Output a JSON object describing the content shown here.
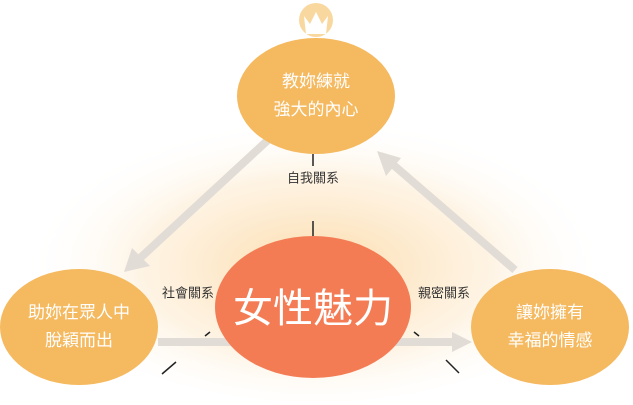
{
  "center": {
    "title": "女性魅力"
  },
  "nodes": {
    "top": {
      "line1": "教妳練就",
      "line2": "強大的內心",
      "icon": "crown-icon"
    },
    "left": {
      "line1": "助妳在眾人中",
      "line2": "脫穎而出",
      "icon": "person-icon"
    },
    "right": {
      "line1": "讓妳擁有",
      "line2": "幸福的情感",
      "icon": "heart-icon"
    }
  },
  "relations": {
    "self": "自我關系",
    "social": "社會關系",
    "intimate": "親密關系"
  },
  "colors": {
    "node": "#f5b95f",
    "center": "#f47c55",
    "arrow": "#e2dcd6",
    "icon": "#f9d8a0"
  }
}
